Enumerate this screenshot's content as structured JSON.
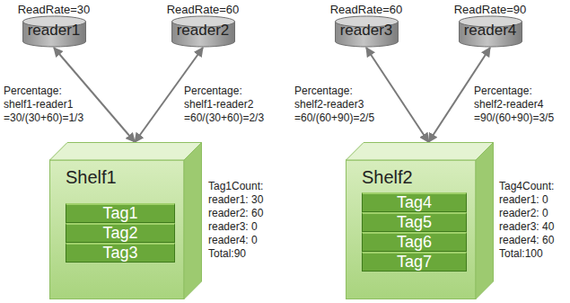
{
  "diagram": {
    "nodes": [
      {
        "text": [
          "ReadRate=30",
          "reader1"
        ]
      },
      {
        "text": [
          "ReadRate=60",
          "reader2"
        ]
      },
      {
        "text": [
          "ReadRate=60",
          "reader3"
        ]
      },
      {
        "text": [
          "ReadRate=90",
          "reader4"
        ]
      },
      {
        "text": [
          "Shelf1"
        ]
      },
      {
        "text": [
          "Tag1"
        ],
        "in": 4
      },
      {
        "text": [
          "Tag2"
        ],
        "in": 4
      },
      {
        "text": [
          "Tag3"
        ],
        "in": 4
      },
      {
        "text": [
          "Shelf2"
        ]
      },
      {
        "text": [
          "Tag4"
        ],
        "in": 8
      },
      {
        "text": [
          "Tag5"
        ],
        "in": 8
      },
      {
        "text": [
          "Tag6"
        ],
        "in": 8
      },
      {
        "text": [
          "Tag7"
        ],
        "in": 8
      }
    ],
    "edges": [
      {
        "from": 0,
        "to": 4,
        "arrow": "both"
      },
      {
        "from": 1,
        "to": 4,
        "arrow": "both"
      },
      {
        "from": 2,
        "to": 8,
        "arrow": "both"
      },
      {
        "from": 3,
        "to": 8,
        "arrow": "both"
      }
    ],
    "labels": [
      "Percentage:",
      "shelf1-reader1",
      "=30/(30+60)=1/3",
      "Percentage:",
      "shelf1-reader2",
      "=60/(30+60)=2/3",
      "Percentage:",
      "shelf2-reader3",
      "=60/(60+90)=2/5",
      "Percentage:",
      "shelf2-reader4",
      "=90/(60+90)=3/5",
      "Tag1Count:",
      "reader1: 30",
      "reader2: 60",
      "reader3: 0",
      "reader4: 0",
      "Total:90",
      "Tag4Count:",
      "reader1: 0",
      "reader2: 0",
      "reader3: 40",
      "reader4: 60",
      "Total:100"
    ]
  }
}
